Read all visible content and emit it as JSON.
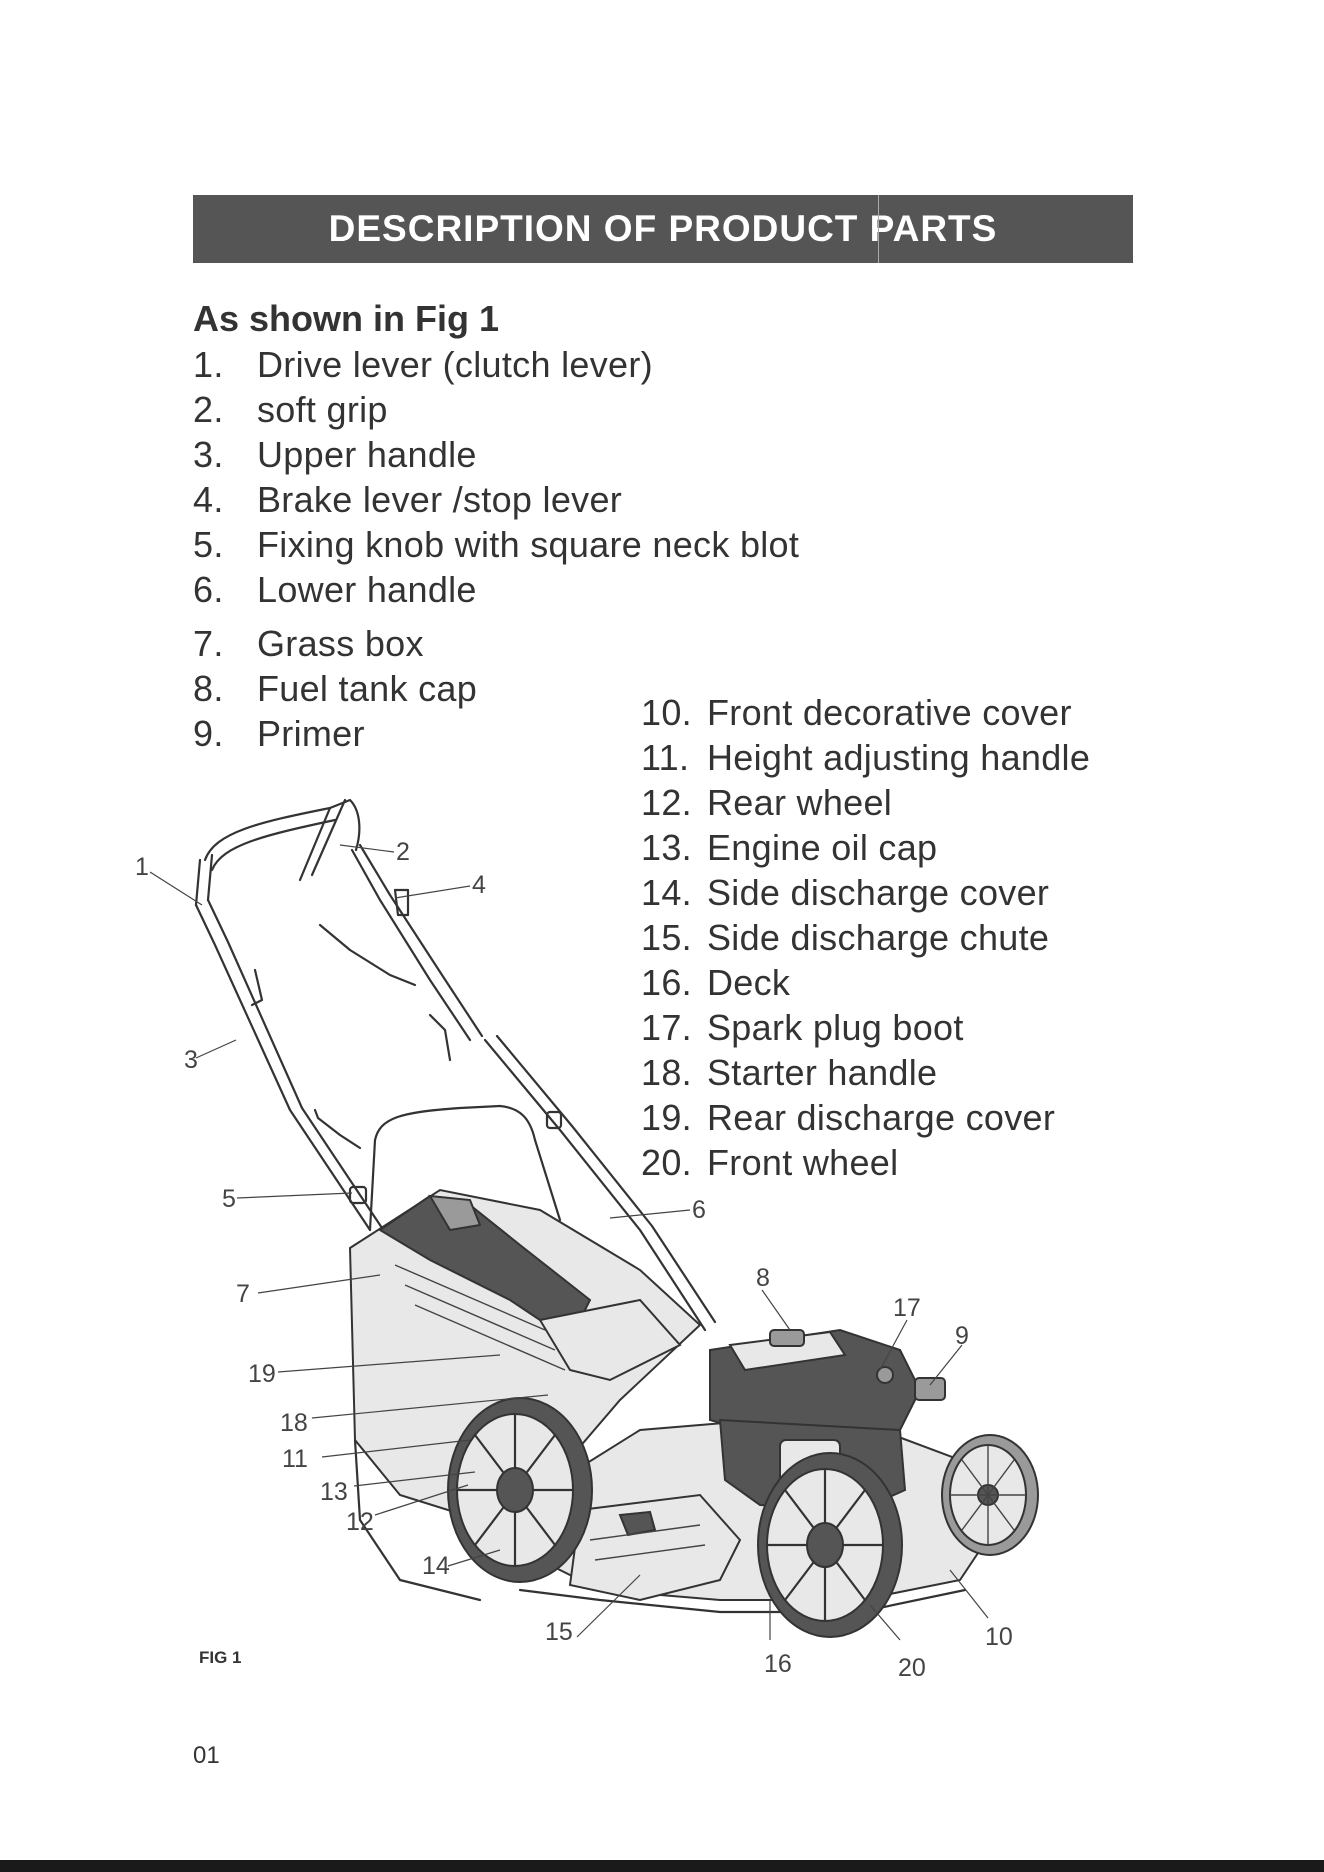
{
  "header": {
    "title": "DESCRIPTION OF PRODUCT PARTS"
  },
  "subtitle": "As shown in Fig 1",
  "parts_left": [
    {
      "num": "1.",
      "label": "Drive lever (clutch lever)"
    },
    {
      "num": "2.",
      "label": "soft grip"
    },
    {
      "num": "3.",
      "label": "Upper handle"
    },
    {
      "num": "4.",
      "label": "Brake lever /stop lever"
    },
    {
      "num": "5.",
      "label": "Fixing knob with square neck blot"
    },
    {
      "num": "6.",
      "label": "Lower handle"
    },
    {
      "num": "7.",
      "label": "Grass box"
    },
    {
      "num": "8.",
      "label": "Fuel tank cap"
    },
    {
      "num": "9.",
      "label": "Primer"
    }
  ],
  "parts_right": [
    {
      "num": "10.",
      "label": "Front decorative cover"
    },
    {
      "num": "11.",
      "label": "Height adjusting handle"
    },
    {
      "num": "12.",
      "label": "Rear wheel"
    },
    {
      "num": "13.",
      "label": "Engine oil cap"
    },
    {
      "num": "14.",
      "label": "Side discharge cover"
    },
    {
      "num": "15.",
      "label": "Side discharge chute"
    },
    {
      "num": "16.",
      "label": "Deck"
    },
    {
      "num": "17.",
      "label": "Spark plug boot"
    },
    {
      "num": "18.",
      "label": "Starter handle"
    },
    {
      "num": "19.",
      "label": "Rear discharge cover"
    },
    {
      "num": "20.",
      "label": "Front wheel"
    }
  ],
  "figure": {
    "callouts": [
      "1",
      "2",
      "3",
      "4",
      "5",
      "6",
      "7",
      "8",
      "9",
      "10",
      "11",
      "12",
      "13",
      "14",
      "15",
      "16",
      "17",
      "18",
      "19",
      "20"
    ],
    "caption": "FIG 1"
  },
  "footer": {
    "page_number": "01"
  }
}
